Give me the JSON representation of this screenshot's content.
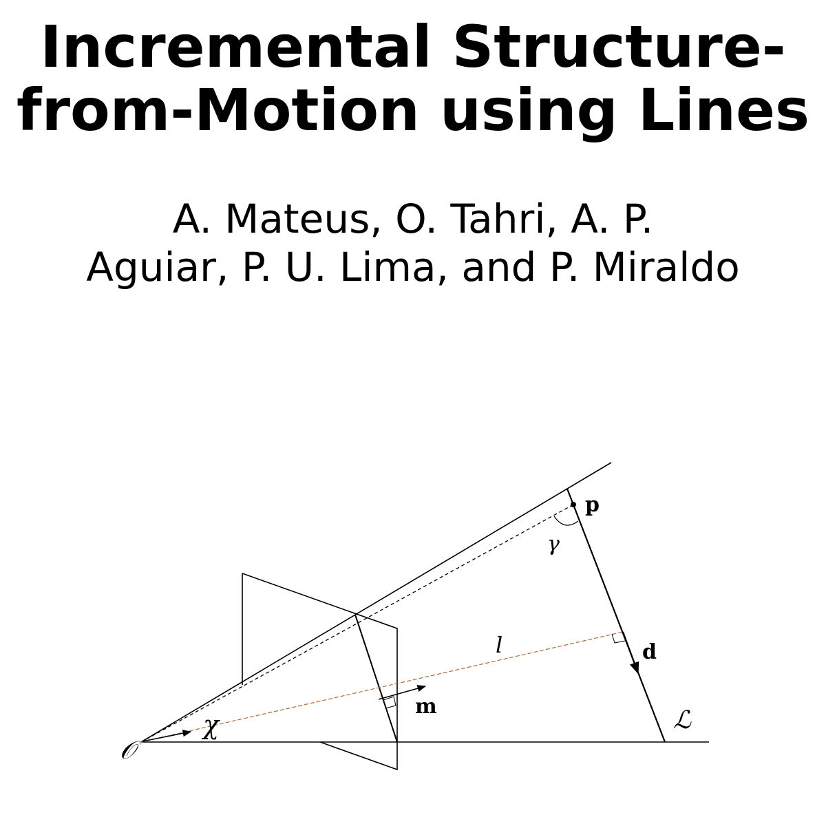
{
  "title": {
    "line1": "Incremental Structure-",
    "line2": "from-Motion using Lines"
  },
  "authors": {
    "line1": "A. Mateus, O. Tahri, A. P.",
    "line2": "Aguiar, P. U. Lima, and P. Miraldo"
  },
  "figure": {
    "labels": {
      "origin": "𝒪",
      "chi": "χ",
      "m": "m",
      "l": "l",
      "d": "d",
      "p": "p",
      "gamma": "γ",
      "L": "ℒ"
    },
    "colors": {
      "lines": "#000000",
      "l_dashed": "#b06a3a"
    }
  }
}
